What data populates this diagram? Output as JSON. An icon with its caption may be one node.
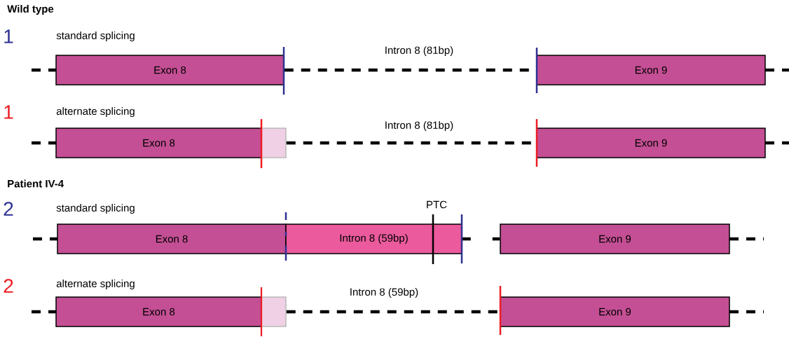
{
  "diagram": {
    "nodes": [
      {
        "text": [
          "Exon 8"
        ]
      },
      {
        "text": [
          "Exon 9"
        ]
      },
      {
        "text": [
          "Exon 8"
        ]
      },
      {
        "text": [],
        "shape": "box"
      },
      {
        "text": [
          "Exon 9"
        ]
      },
      {
        "text": [
          "Exon 8"
        ]
      },
      {
        "text": [
          "Intron 8 (59bp)"
        ]
      },
      {
        "text": [
          "Exon 9"
        ]
      },
      {
        "text": [
          "Exon 8"
        ]
      },
      {
        "text": [],
        "shape": "box"
      },
      {
        "text": [
          "Exon 9"
        ]
      }
    ],
    "edges": [
      {
        "from": 0,
        "to": 1,
        "arrow": "none",
        "style": "dashed",
        "label": "Intron 8 (81bp)"
      },
      {
        "from": 3,
        "to": 4,
        "arrow": "none",
        "style": "dashed",
        "label": "Intron 8 (81bp)"
      },
      {
        "from": 6,
        "to": 7,
        "arrow": "none",
        "style": "dashed"
      },
      {
        "from": 9,
        "to": 10,
        "arrow": "none",
        "style": "dashed",
        "label": "Intron 8 (59bp)"
      }
    ],
    "labels": [
      "Wild type",
      "1",
      "standard splicing",
      "1",
      "alternate splicing",
      "Patient IV-4",
      "2",
      "standard splicing",
      "PTC",
      "2",
      "alternate splicing"
    ]
  }
}
